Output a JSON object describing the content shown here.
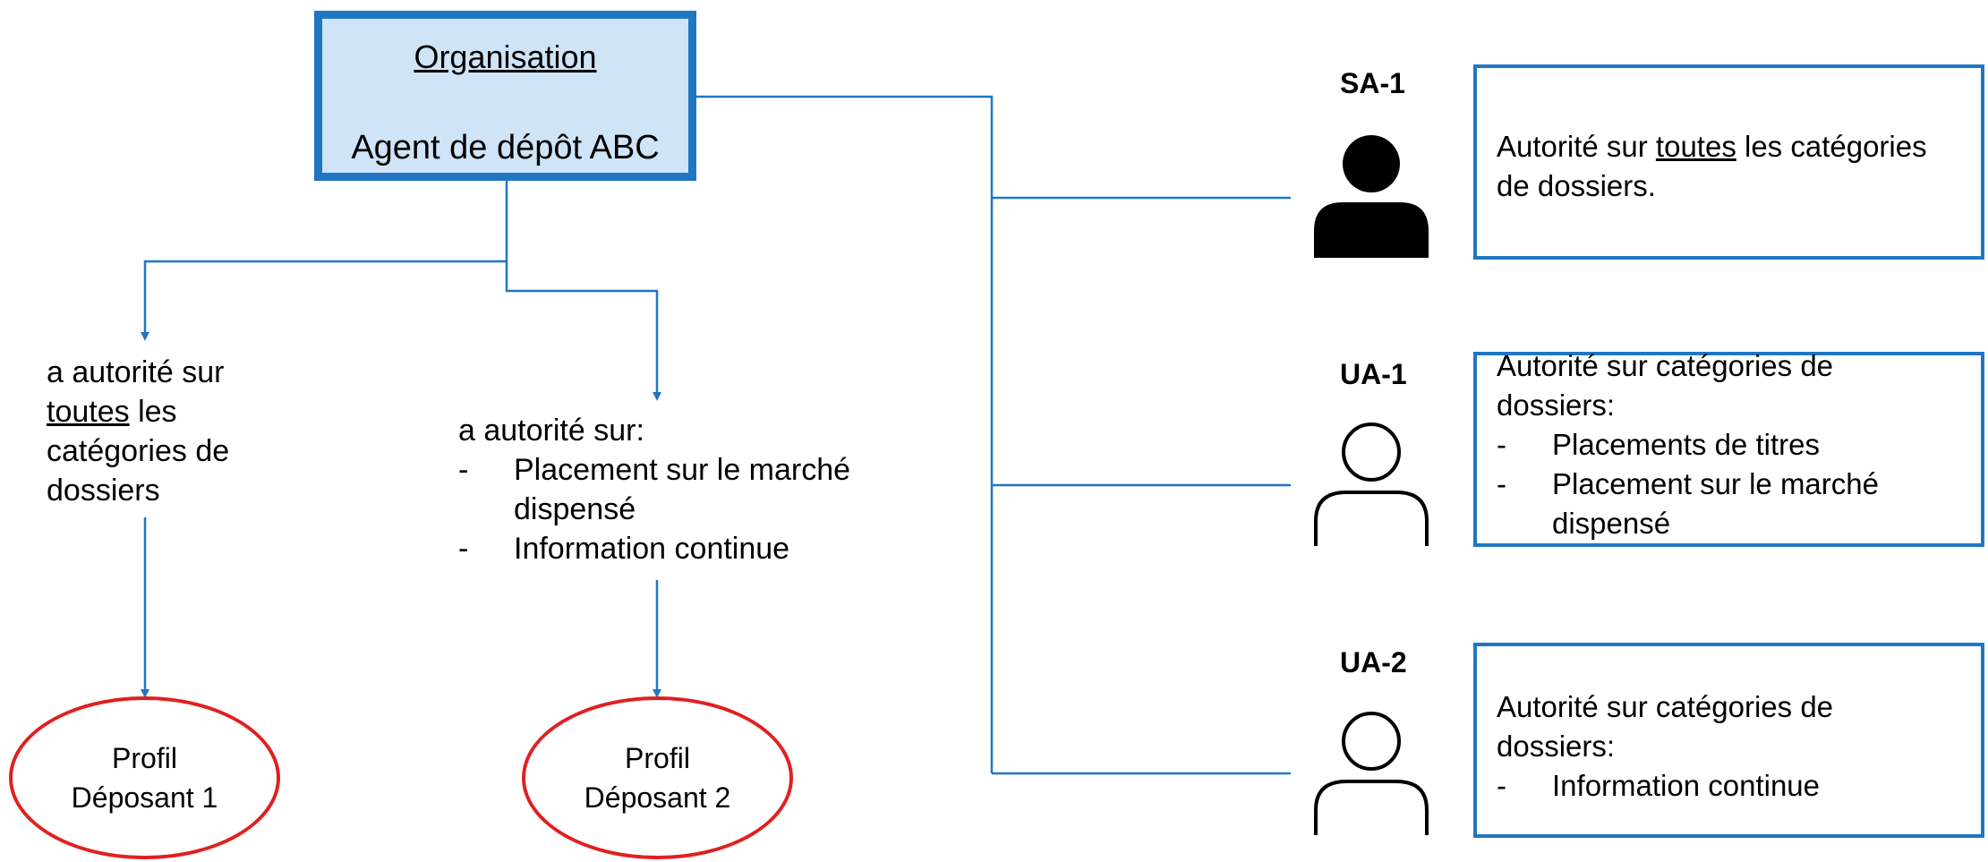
{
  "organisation": {
    "title": "Organisation",
    "name": "Agent de dépôt ABC"
  },
  "left_branch": {
    "line1": "a autorité sur",
    "line2_underlined": "toutes",
    "line2_rest": " les",
    "line3": "catégories de",
    "line4": "dossiers"
  },
  "middle_branch": {
    "intro": "a autorité sur:",
    "items": [
      "Placement sur le marché",
      "dispensé",
      "Information continue"
    ],
    "dash": "-"
  },
  "profiles": [
    {
      "line1": "Profil",
      "line2": "Déposant 1"
    },
    {
      "line1": "Profil",
      "line2": "Déposant 2"
    }
  ],
  "roles": [
    {
      "label": "SA-1",
      "icon": "person-filled-icon",
      "text_before": "Autorité sur ",
      "text_underlined": "toutes",
      "text_after": " les catégories",
      "text_line2": "de dossiers."
    },
    {
      "label": "UA-1",
      "icon": "person-outline-icon",
      "heading1": "Autorité sur catégories de",
      "heading2": "dossiers:",
      "items": [
        "Placements de titres",
        "Placement sur le marché",
        "dispensé"
      ]
    },
    {
      "label": "UA-2",
      "icon": "person-outline-icon",
      "heading1": "Autorité sur catégories de",
      "heading2": "dossiers:",
      "items": [
        "Information continue"
      ]
    }
  ],
  "colors": {
    "connector": "#1f77c4",
    "org_fill": "#cfe4f7",
    "org_border": "#1f77c4",
    "profile_border": "#e02020",
    "role_border": "#1f77c4"
  }
}
